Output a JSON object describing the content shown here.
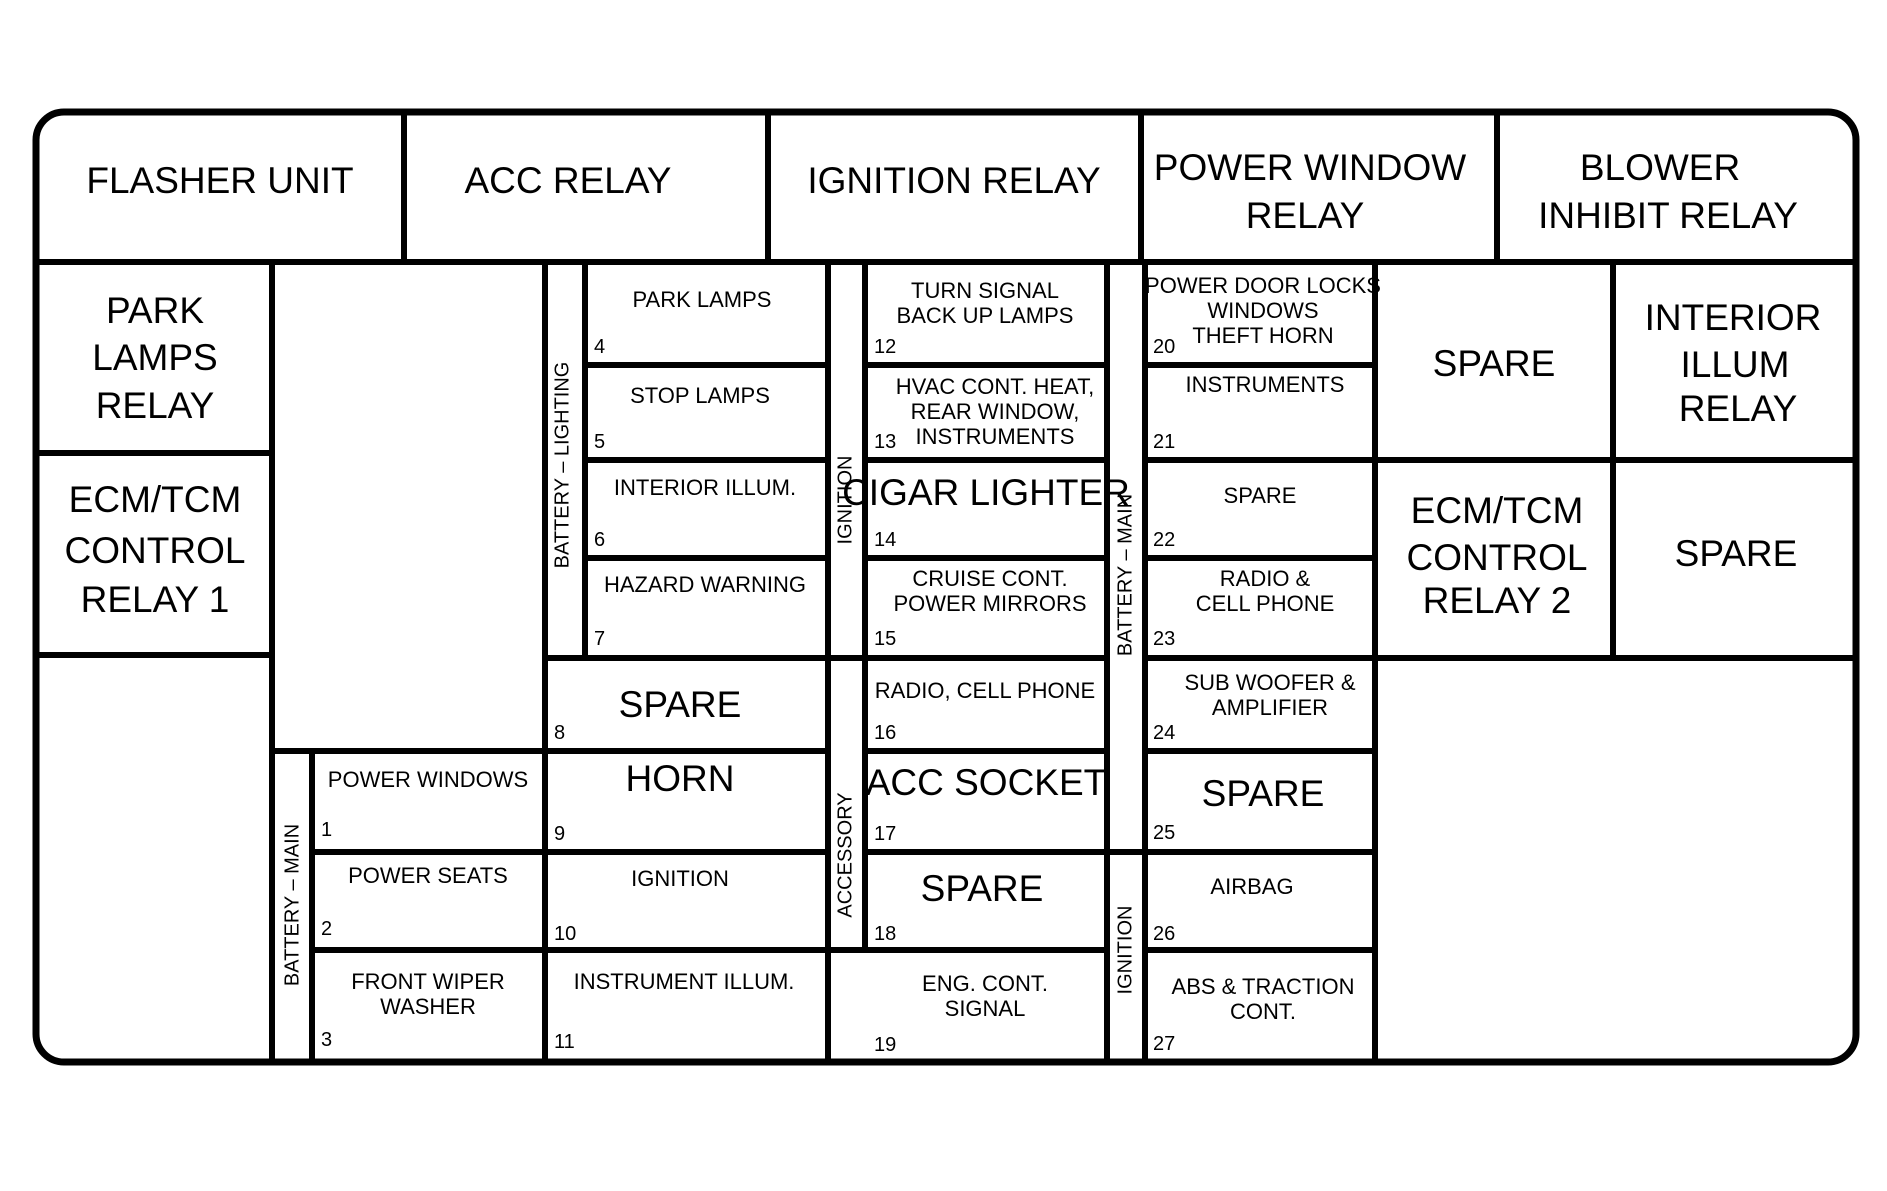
{
  "relays": {
    "flasher_unit": "FLASHER UNIT",
    "acc_relay": "ACC RELAY",
    "ignition_relay": "IGNITION RELAY",
    "power_window_relay": [
      "POWER WINDOW",
      "RELAY"
    ],
    "blower_inhibit_relay": [
      "BLOWER",
      "INHIBIT RELAY"
    ],
    "park_lamps_relay": [
      "PARK",
      "LAMPS",
      "RELAY"
    ],
    "ecm_tcm_relay_1": [
      "ECM/TCM",
      "CONTROL",
      "RELAY 1"
    ],
    "spare_right_top": "SPARE",
    "interior_illum_relay": [
      "INTERIOR",
      "ILLUM",
      "RELAY"
    ],
    "ecm_tcm_relay_2": [
      "ECM/TCM",
      "CONTROL",
      "RELAY 2"
    ],
    "spare_right_mid": "SPARE"
  },
  "groups": {
    "battery_main_left": "BATTERY – MAIN",
    "battery_lighting": "BATTERY – LIGHTING",
    "ignition_left": "IGNITION",
    "accessory": "ACCESSORY",
    "battery_main_right": "BATTERY – MAIN",
    "ignition_right": "IGNITION"
  },
  "fuses": {
    "f1": {
      "num": "1",
      "lines": [
        "POWER WINDOWS"
      ]
    },
    "f2": {
      "num": "2",
      "lines": [
        "POWER SEATS"
      ]
    },
    "f3": {
      "num": "3",
      "lines": [
        "FRONT WIPER",
        "WASHER"
      ]
    },
    "f4": {
      "num": "4",
      "lines": [
        "PARK LAMPS"
      ]
    },
    "f5": {
      "num": "5",
      "lines": [
        "STOP LAMPS"
      ]
    },
    "f6": {
      "num": "6",
      "lines": [
        "INTERIOR ILLUM."
      ]
    },
    "f7": {
      "num": "7",
      "lines": [
        "HAZARD WARNING"
      ]
    },
    "f8": {
      "num": "8",
      "lines": [
        "SPARE"
      ]
    },
    "f9": {
      "num": "9",
      "lines": [
        "HORN"
      ]
    },
    "f10": {
      "num": "10",
      "lines": [
        "IGNITION"
      ]
    },
    "f11": {
      "num": "11",
      "lines": [
        "INSTRUMENT ILLUM."
      ]
    },
    "f12": {
      "num": "12",
      "lines": [
        "TURN SIGNAL",
        "BACK UP LAMPS"
      ]
    },
    "f13": {
      "num": "13",
      "lines": [
        "HVAC CONT. HEAT,",
        "REAR WINDOW,",
        "INSTRUMENTS"
      ]
    },
    "f14": {
      "num": "14",
      "lines": [
        "CIGAR LIGHTER"
      ]
    },
    "f15": {
      "num": "15",
      "lines": [
        "CRUISE CONT.",
        "POWER MIRRORS"
      ]
    },
    "f16": {
      "num": "16",
      "lines": [
        "RADIO, CELL PHONE"
      ]
    },
    "f17": {
      "num": "17",
      "lines": [
        "ACC SOCKET"
      ]
    },
    "f18": {
      "num": "18",
      "lines": [
        "SPARE"
      ]
    },
    "f19": {
      "num": "19",
      "lines": [
        "ENG. CONT.",
        "SIGNAL"
      ]
    },
    "f20": {
      "num": "20",
      "lines": [
        "POWER DOOR LOCKS",
        "WINDOWS",
        "THEFT HORN"
      ]
    },
    "f21": {
      "num": "21",
      "lines": [
        "INSTRUMENTS"
      ]
    },
    "f22": {
      "num": "22",
      "lines": [
        "SPARE"
      ]
    },
    "f23": {
      "num": "23",
      "lines": [
        "RADIO &",
        "CELL PHONE"
      ]
    },
    "f24": {
      "num": "24",
      "lines": [
        "SUB WOOFER &",
        "AMPLIFIER"
      ]
    },
    "f25": {
      "num": "25",
      "lines": [
        "SPARE"
      ]
    },
    "f26": {
      "num": "26",
      "lines": [
        "AIRBAG"
      ]
    },
    "f27": {
      "num": "27",
      "lines": [
        "ABS & TRACTION",
        "CONT."
      ]
    }
  }
}
